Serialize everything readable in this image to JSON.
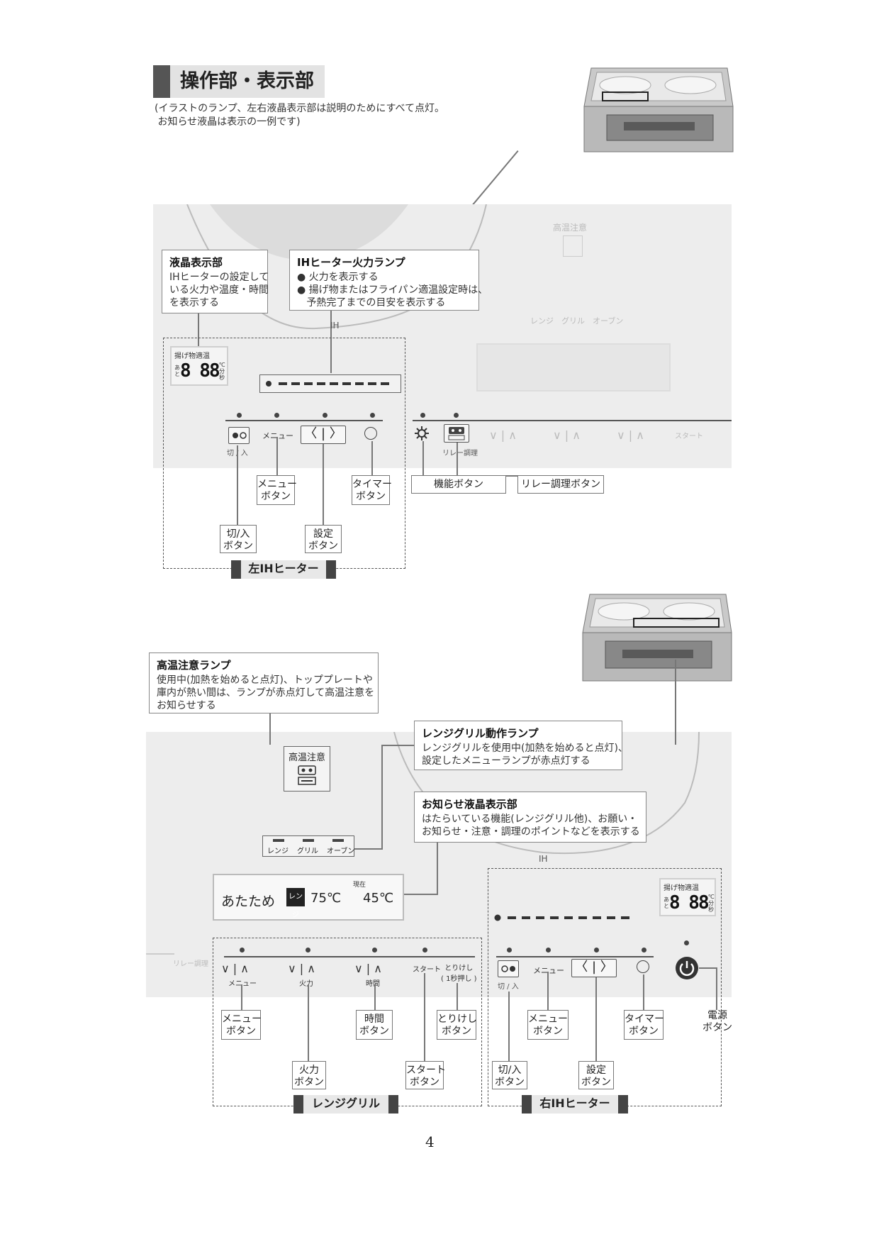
{
  "header": {
    "title": "操作部・表示部",
    "subtitle": "(イラストのランプ、左右液晶表示部は説明のためにすべて点灯。\n お知らせ液晶は表示の一例です)"
  },
  "callouts": {
    "lcd": {
      "title": "液晶表示部",
      "body": "IHヒーターの設定して\nいる火力や温度・時間\nを表示する"
    },
    "ih_lamp": {
      "title": "IHヒーター火力ランプ",
      "body": "● 火力を表示する\n● 揚げ物またはフライパン適温設定時は、\n   予熱完了までの目安を表示する"
    },
    "high_temp": {
      "title": "高温注意ランプ",
      "body": "使用中(加熱を始めると点灯)、トッププレートや\n庫内が熱い間は、ランプが赤点灯して高温注意を\nお知らせする"
    },
    "range_grill_lamp": {
      "title": "レンジグリル動作ランプ",
      "body": "レンジグリルを使用中(加熱を始めると点灯)、\n設定したメニューランプが赤点灯する"
    },
    "notice_lcd": {
      "title": "お知らせ液晶表示部",
      "body": "はたらいている機能(レンジグリル他)、お願い・\nお知らせ・注意・調理のポイントなどを表示する"
    }
  },
  "panel_labels": {
    "ih": "IH",
    "lcd_small_head": "揚げ物適温",
    "lcd_small_digits": "8 88",
    "lcd_small_units": "℃\n分\n秒",
    "lcd_small_left": "あ\nと",
    "high_temp_text": "高温注意",
    "mode_lamps": [
      "レンジ",
      "グリル",
      "オーブン"
    ],
    "off_on": "切 / 入",
    "menu": "メニュー",
    "relay": "リレー調理",
    "heat": "火力",
    "time": "時間",
    "start": "スタート",
    "cancel": "とりけし\n( 1秒押し )",
    "updown": "∨ | ∧",
    "lr": "〈 | 〉",
    "notice_lcd_text": "あたため",
    "notice_mode_badge": "レンジ",
    "notice_temp1": "75℃",
    "notice_now": "現在",
    "notice_temp2": "45℃"
  },
  "button_labels": {
    "menu_btn": "メニュー\nボタン",
    "timer_btn": "タイマー\nボタン",
    "offon_btn": "切/入\nボタン",
    "set_btn": "設定\nボタン",
    "func_btn": "機能ボタン",
    "relay_btn": "リレー調理ボタン",
    "time_btn": "時間\nボタン",
    "cancel_btn": "とりけし\nボタン",
    "heat_btn": "火力\nボタン",
    "start_btn": "スタート\nボタン",
    "power_btn": "電源\nボタン"
  },
  "groups": {
    "left_ih": "左IHヒーター",
    "range_grill": "レンジグリル",
    "right_ih": "右IHヒーター"
  },
  "page_number": "4"
}
